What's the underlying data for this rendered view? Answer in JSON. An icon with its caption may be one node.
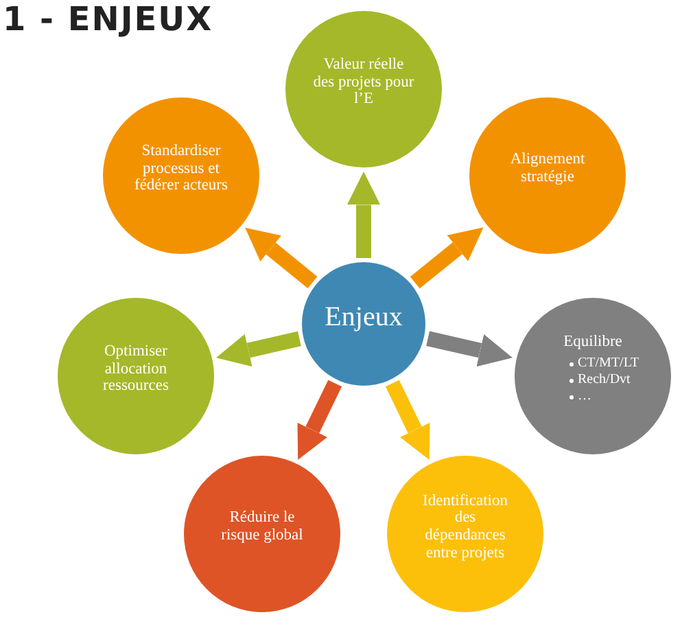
{
  "diagram": {
    "title": "1 - ENJEUX",
    "nodes": [
      {
        "text": [
          "Enjeux"
        ]
      },
      {
        "text": [
          "Valeur réelle des projets pour l’E"
        ]
      },
      {
        "text": [
          "Alignement stratégie"
        ]
      },
      {
        "text": [
          "Equilibre",
          "CT/MT/LT",
          "Rech/Dvt",
          "…"
        ]
      },
      {
        "text": [
          "Identification des dépendances entre projets"
        ]
      },
      {
        "text": [
          "Réduire le risque global"
        ]
      },
      {
        "text": [
          "Optimiser allocation ressources"
        ]
      },
      {
        "text": [
          "Standardiser processus et fédérer acteurs"
        ]
      }
    ],
    "edges": [
      {
        "from": 0,
        "to": 1,
        "arrow": "to",
        "color": "#a5b82a"
      },
      {
        "from": 0,
        "to": 2,
        "arrow": "to",
        "color": "#f39200"
      },
      {
        "from": 0,
        "to": 3,
        "arrow": "to",
        "color": "#808080"
      },
      {
        "from": 0,
        "to": 4,
        "arrow": "to",
        "color": "#fcc00b"
      },
      {
        "from": 0,
        "to": 5,
        "arrow": "to",
        "color": "#de5426"
      },
      {
        "from": 0,
        "to": 6,
        "arrow": "to",
        "color": "#a5b82a"
      },
      {
        "from": 0,
        "to": 7,
        "arrow": "to",
        "color": "#f39200"
      }
    ]
  }
}
